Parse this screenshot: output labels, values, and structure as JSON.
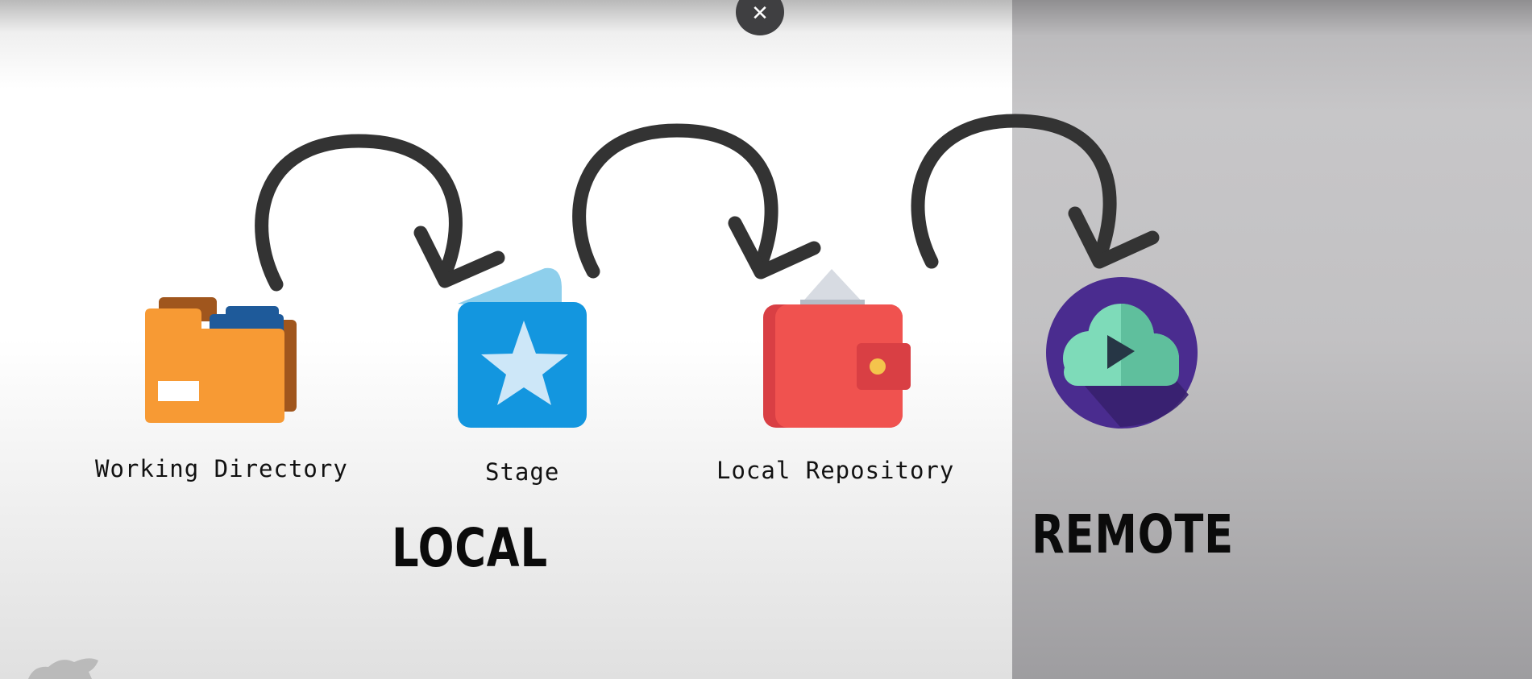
{
  "controls": {
    "close_glyph": "✕"
  },
  "nodes": [
    {
      "label": "Working Directory",
      "icon": "folder-icon"
    },
    {
      "label": "Stage",
      "icon": "star-card-icon"
    },
    {
      "label": "Local Repository",
      "icon": "wallet-icon"
    },
    {
      "label": "",
      "icon": "cloud-play-icon"
    }
  ],
  "sections": {
    "local": "LOCAL",
    "remote": "REMOTE"
  },
  "colors": {
    "remote_panel": "#c3c2c4",
    "arrow": "#333333",
    "folder": "#f79a34",
    "stage_card": "#1396df",
    "wallet": "#f0524f",
    "cloud_circle": "#4a2c8f",
    "cloud": "#7edbb9"
  }
}
